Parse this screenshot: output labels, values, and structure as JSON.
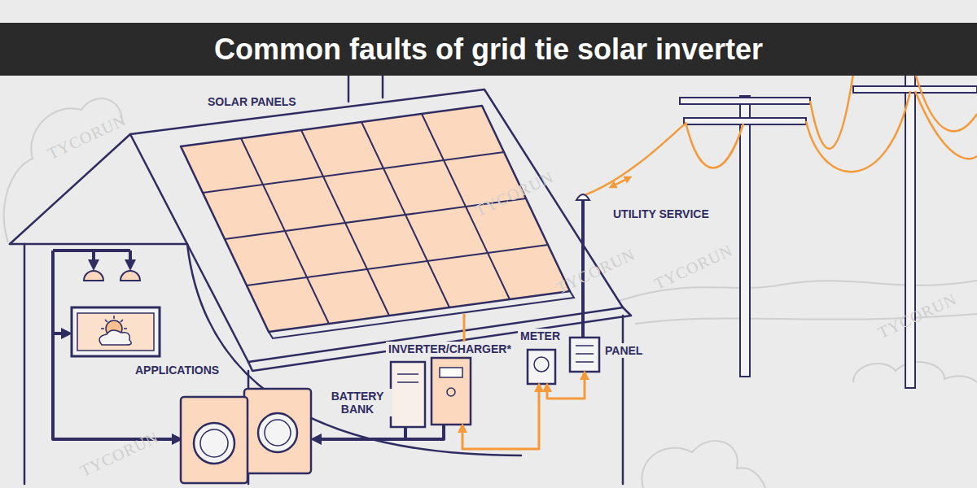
{
  "diagram": {
    "title": "Common faults of grid tie solar inverter",
    "labels": [
      "SOLAR PANELS",
      "UTILITY SERVICE",
      "INVERTER/CHARGER*",
      "METER",
      "PANEL",
      "APPLICATIONS",
      "BATTERY BANK",
      "TYCORUN",
      "TYCORUN",
      "TYCORUN",
      "TYCORUN",
      "TYCORUN",
      "TYCORUN"
    ]
  }
}
